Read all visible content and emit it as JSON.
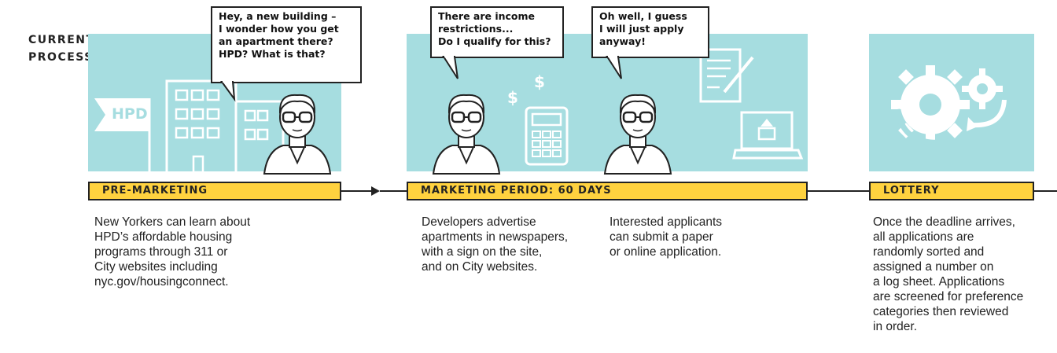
{
  "side_label": "CURRENT\nPROCESS",
  "flag_text": "HPD",
  "stages": [
    {
      "label": "PRE-MARKETING"
    },
    {
      "label": "MARKETING PERIOD: 60 DAYS"
    },
    {
      "label": "LOTTERY"
    }
  ],
  "bubbles": {
    "premarketing": "Hey, a new building –\nI wonder how you get\nan apartment there?\nHPD? What is that?",
    "income": "There are income\nrestrictions...\nDo I qualify for this?",
    "apply": "Oh well, I guess\nI will just apply\nanyway!"
  },
  "descriptions": {
    "premarketing": "New Yorkers can learn about\nHPD’s affordable housing\nprograms through 311 or\nCity websites including\nnyc.gov/housingconnect.",
    "marketing_left": "Developers advertise\napartments in newspapers,\nwith a sign on the site,\nand on City websites.",
    "marketing_right": "Interested applicants\ncan submit a paper\nor online application.",
    "lottery": "Once the deadline arrives,\nall applications are\nrandomly sorted and\nassigned a number on\na log sheet. Applications\nare screened for preference\ncategories then reviewed\nin order."
  },
  "colors": {
    "panel": "#a6dde0",
    "stage": "#ffd23f",
    "ink": "#222222"
  },
  "icons": [
    "hpd-flag-icon",
    "building-icon",
    "person-icon",
    "dollar-icon",
    "calculator-icon",
    "document-icon",
    "laptop-upload-icon",
    "gears-icon"
  ]
}
